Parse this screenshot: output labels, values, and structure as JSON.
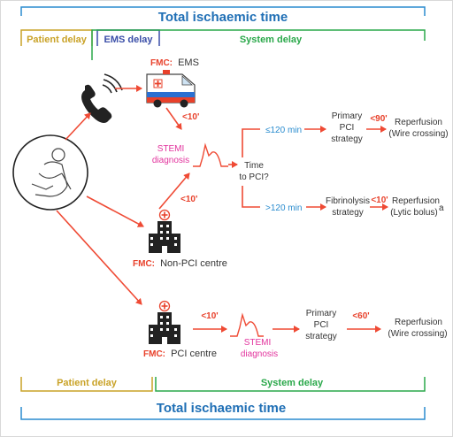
{
  "top": {
    "total_time": "Total ischaemic time",
    "patient_delay": "Patient delay",
    "ems_delay": "EMS delay",
    "system_delay": "System delay"
  },
  "bottom": {
    "patient_delay": "Patient delay",
    "system_delay": "System delay",
    "total_time": "Total ischaemic time"
  },
  "ems": {
    "fmc_prefix": "FMC:",
    "fmc_label": "EMS",
    "delay": "<10'"
  },
  "stemi_top": {
    "line1": "STEMI",
    "line2": "diagnosis"
  },
  "question": {
    "line1": "Time",
    "line2": "to PCI?"
  },
  "branch_short": {
    "time": "≤120 min",
    "strategy": [
      "Primary",
      "PCI",
      "strategy"
    ],
    "delay": "<90'",
    "outcome": [
      "Reperfusion",
      "(Wire crossing)"
    ]
  },
  "branch_long": {
    "time": ">120 min",
    "strategy": [
      "Fibrinolysis",
      "strategy"
    ],
    "delay": "<10'",
    "outcome": [
      "Reperfusion",
      "(Lytic bolus)"
    ],
    "footnote": "a"
  },
  "non_pci": {
    "delay": "<10'",
    "fmc_prefix": "FMC:",
    "fmc_label": "Non-PCI centre"
  },
  "pci_centre": {
    "fmc_prefix": "FMC:",
    "fmc_label": "PCI centre",
    "delay1": "<10'",
    "stemi": [
      "STEMI",
      "diagnosis"
    ],
    "strategy": [
      "Primary",
      "PCI",
      "strategy"
    ],
    "delay2": "<60'",
    "outcome": [
      "Reperfusion",
      "(Wire crossing)"
    ]
  },
  "colors": {
    "title_blue": "#1f6fb5",
    "patient_yellow": "#c9a227",
    "ems_purple": "#3a4ea8",
    "system_green": "#2aa84a",
    "arrow_red": "#ef4a34",
    "stemi_pink": "#e2339d",
    "time_blue": "#2a8ccf"
  },
  "icons": [
    "phone-icon",
    "ambulance-icon",
    "ecg-icon",
    "hospital-icon",
    "patient-icon"
  ]
}
